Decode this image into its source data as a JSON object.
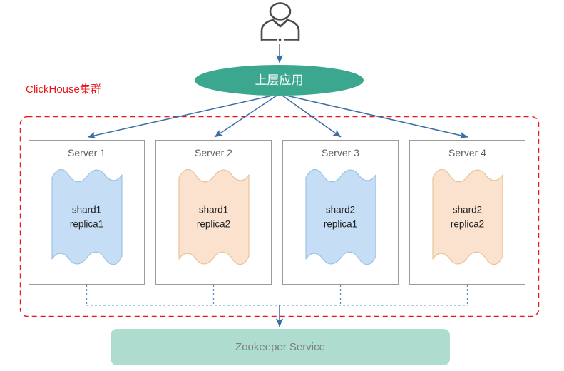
{
  "diagram": {
    "title": "ClickHouse cluster architecture diagram",
    "cluster_label": "ClickHouse集群",
    "user_icon": "user-person-icon",
    "top_app": {
      "label": "上层应用",
      "shape": "ellipse",
      "fill": "#3ba78f",
      "text_color": "#ffffff"
    },
    "servers": [
      {
        "title": "Server 1",
        "shard": "shard1",
        "replica": "replica1",
        "fill": "#c5def5",
        "stroke": "#9dc3e6"
      },
      {
        "title": "Server 2",
        "shard": "shard1",
        "replica": "replica2",
        "fill": "#fbe2ce",
        "stroke": "#e8c49b"
      },
      {
        "title": "Server 3",
        "shard": "shard2",
        "replica": "replica1",
        "fill": "#c5def5",
        "stroke": "#9dc3e6"
      },
      {
        "title": "Server 4",
        "shard": "shard2",
        "replica": "replica2",
        "fill": "#fbe2ce",
        "stroke": "#e8c49b"
      }
    ],
    "zookeeper": {
      "label": "Zookeeper Service",
      "fill": "#aedccf",
      "text_color": "#7f7f7f"
    },
    "colors": {
      "cluster_border": "#e8151a",
      "cluster_label_text": "#e8151a",
      "arrow_blue": "#3b6ea5",
      "dashed_link_blue": "#7aaad6",
      "server_border": "#9b9b9b",
      "server_title_text": "#5f5f5f",
      "person_icon": "#4a4a4a",
      "background": "#ffffff"
    },
    "connectors": {
      "user_to_app": "solid-arrow-down",
      "app_to_servers": "solid-arrow-fanout",
      "servers_to_zookeeper": "dashed-bus-arrow-down"
    }
  }
}
